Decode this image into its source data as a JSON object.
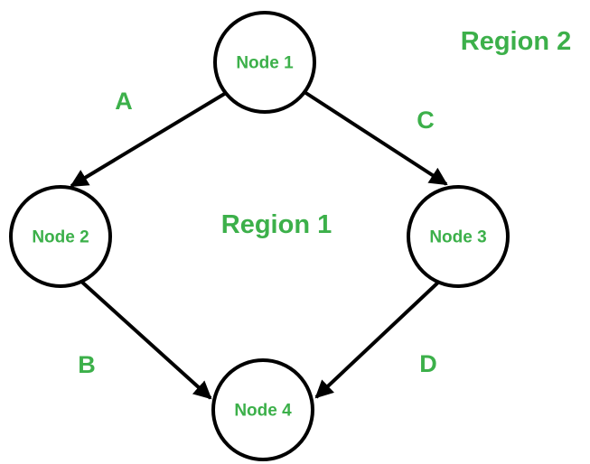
{
  "diagram": {
    "type": "directed-graph",
    "nodes": [
      {
        "id": "node-1",
        "label": "Node 1"
      },
      {
        "id": "node-2",
        "label": "Node 2"
      },
      {
        "id": "node-3",
        "label": "Node 3"
      },
      {
        "id": "node-4",
        "label": "Node 4"
      }
    ],
    "edges": [
      {
        "from": "Node 1",
        "to": "Node 2",
        "label": "A"
      },
      {
        "from": "Node 2",
        "to": "Node 4",
        "label": "B"
      },
      {
        "from": "Node 1",
        "to": "Node 3",
        "label": "C"
      },
      {
        "from": "Node 3",
        "to": "Node 4",
        "label": "D"
      }
    ],
    "regions": [
      {
        "label": "Region 1"
      },
      {
        "label": "Region 2"
      }
    ],
    "colors": {
      "label_green": "#3cb04a",
      "line_black": "#000000",
      "background": "#ffffff"
    }
  }
}
